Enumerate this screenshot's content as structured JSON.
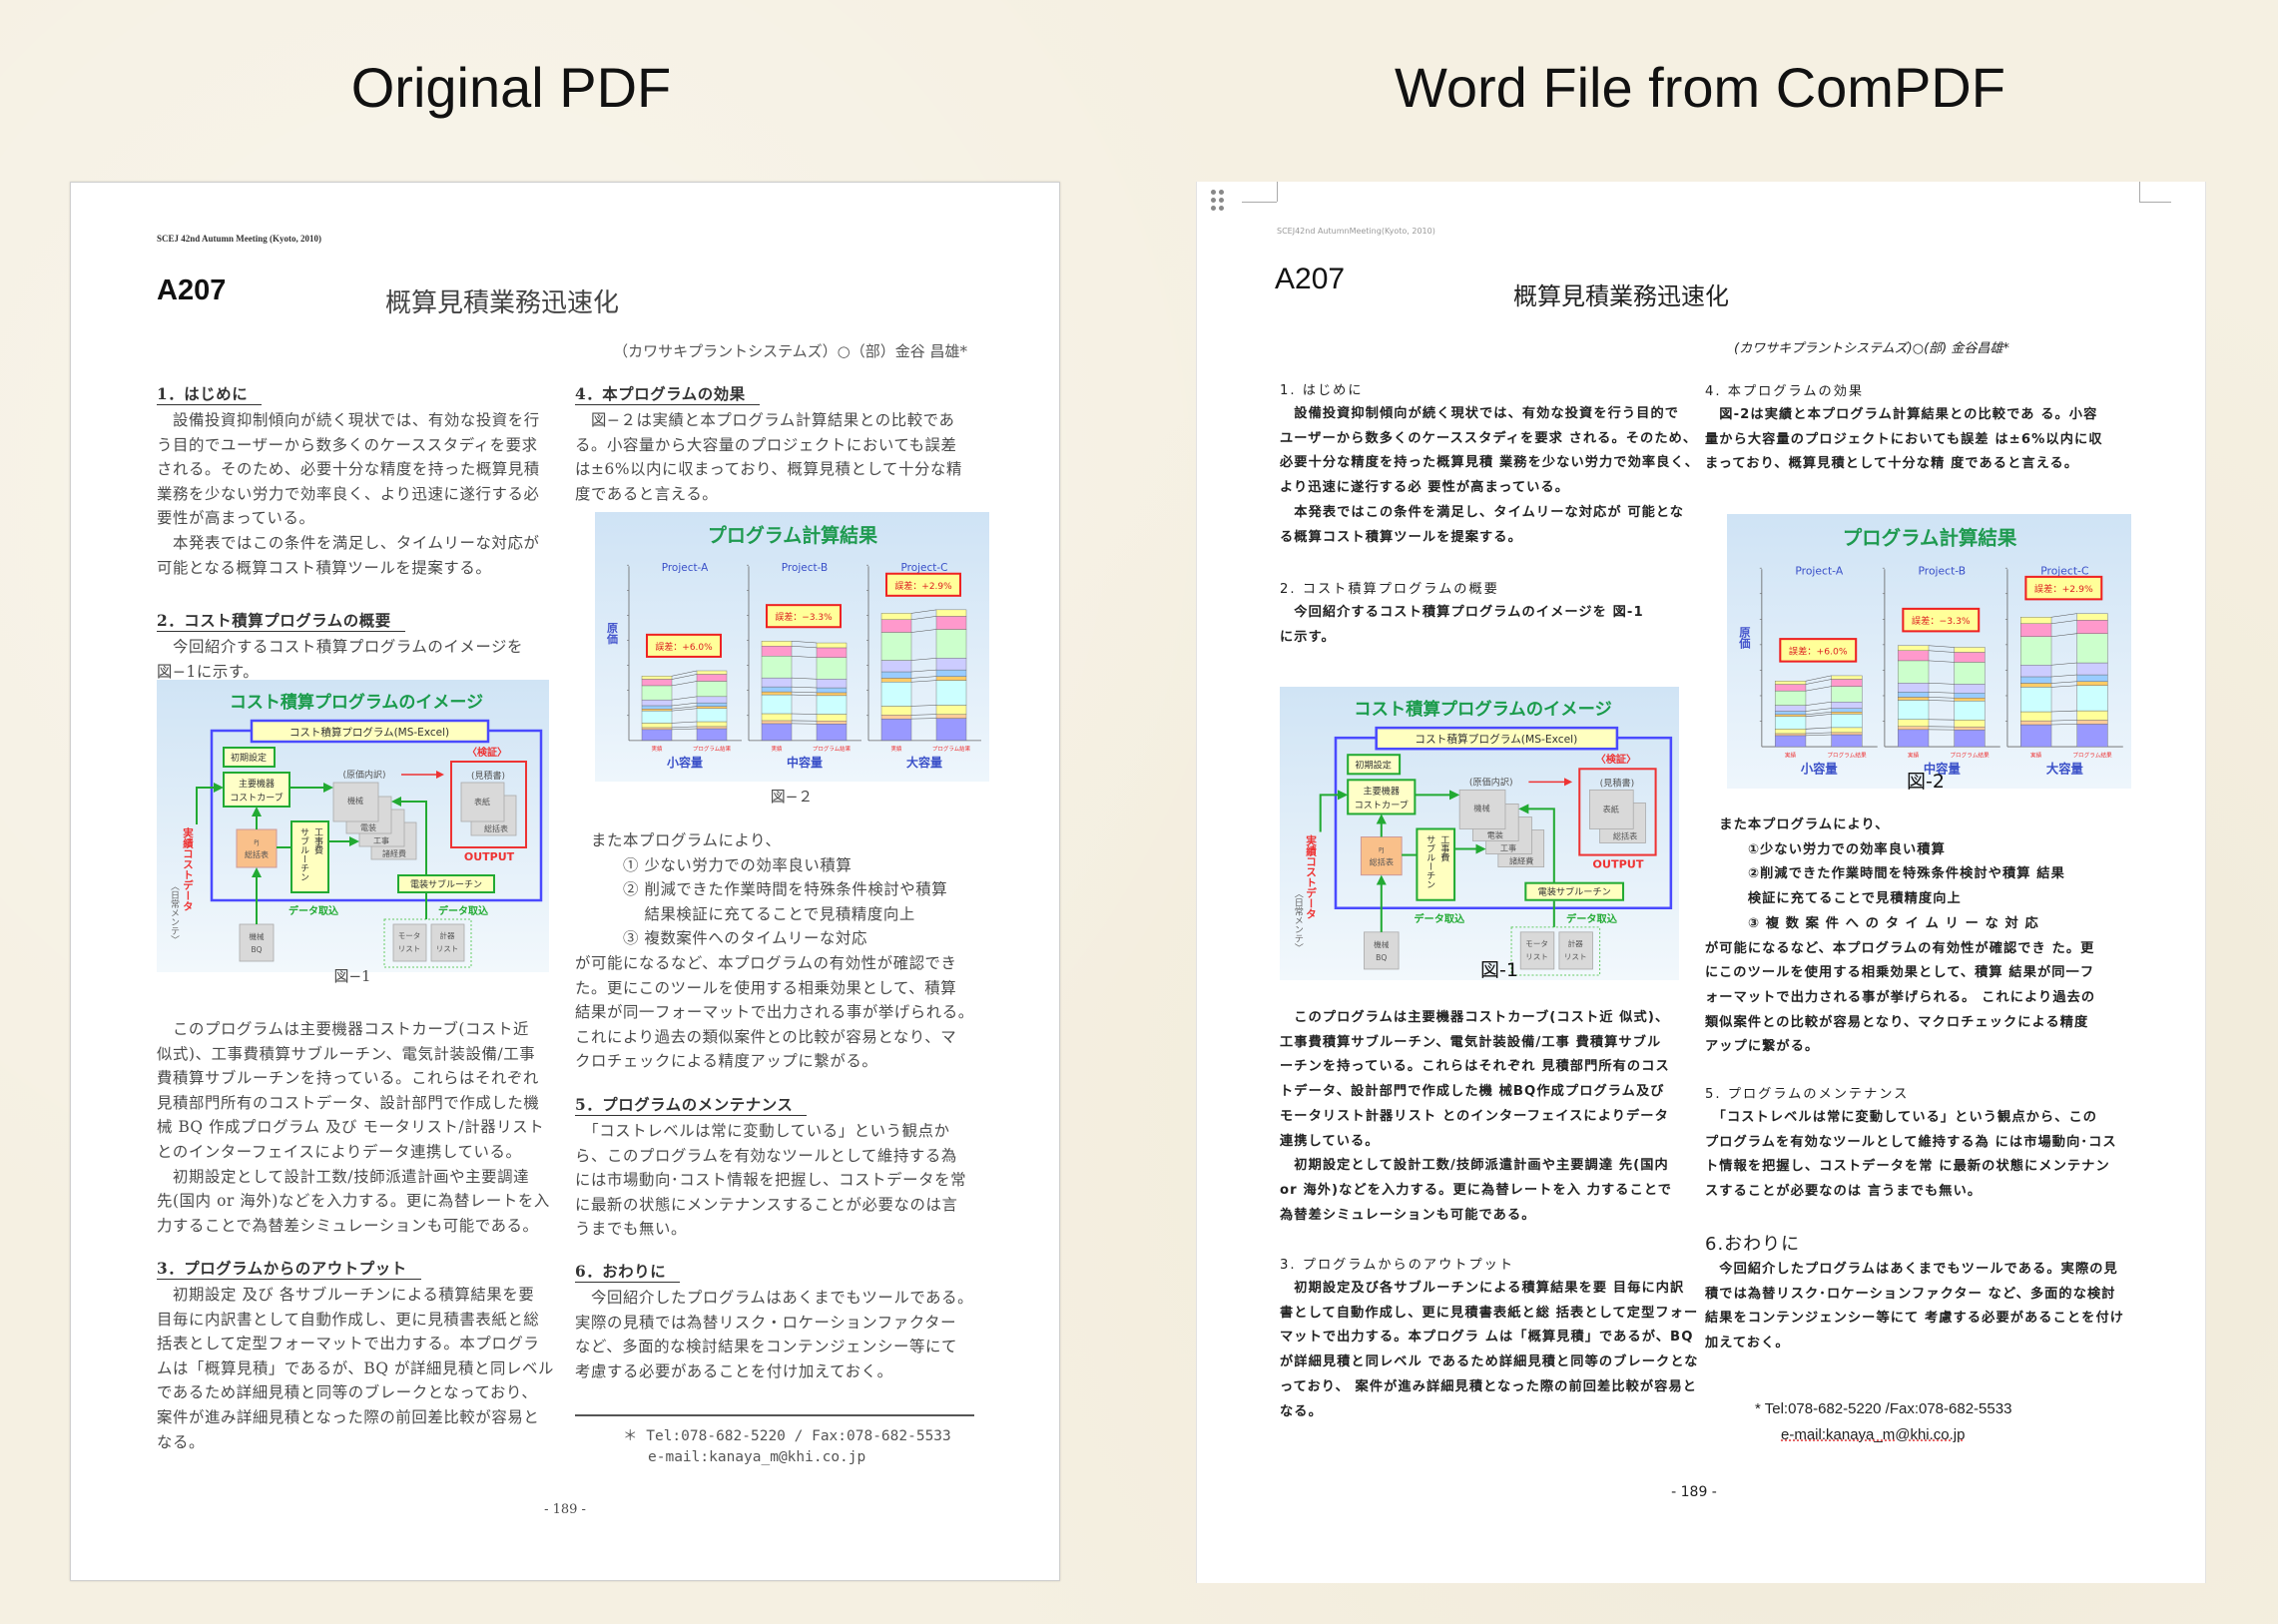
{
  "labels": {
    "left_title": "Original PDF",
    "right_title": "Word File from ComPDF"
  },
  "figures": {
    "fig1": {
      "title": "コスト積算プログラムのイメージ",
      "program_box": "コスト積算プログラム(MS-Excel)",
      "initial_settings": "初期設定",
      "cost_curve": [
        "主要機器",
        "コストカーブ"
      ],
      "breakdown": "(原価内訳)",
      "docs": [
        "機械",
        "電装",
        "工事",
        "諸経費"
      ],
      "verify": "〈検証〉",
      "estimate": "(見積書)",
      "output_docs": [
        "表紙",
        "総括表"
      ],
      "output": "OUTPUT",
      "pj_summary": [
        "PJ",
        "総括表"
      ],
      "construction_sub": [
        "工事費",
        "サブルーチン"
      ],
      "electrical_sub": "電装サブルーチン",
      "data_import": "データ取込",
      "bq": [
        "機械",
        "BQ"
      ],
      "motor_list": [
        "モータ",
        "リスト"
      ],
      "instrument_list": [
        "計器",
        "リスト"
      ],
      "actual_cost_data": "実績コストデータ",
      "daily_maint": "〈日常メンテ〉",
      "colors": {
        "green": "#22aa33",
        "blue": "#4a4aff",
        "red": "#ee3333",
        "title": "#1a9b4b"
      }
    },
    "fig2": {
      "type": "bar",
      "title": "プログラム計算結果",
      "y_label": "原価",
      "bar_labels": [
        "実績",
        "プログラム結果"
      ],
      "projects": [
        {
          "name": "Project-A",
          "group": "小容量",
          "error": "誤差：+6.0%",
          "bars": [
            0.37,
            0.4
          ]
        },
        {
          "name": "Project-B",
          "group": "中容量",
          "error": "誤差：−3.3%",
          "bars": [
            0.57,
            0.56
          ]
        },
        {
          "name": "Project-C",
          "group": "大容量",
          "error": "誤差：+2.9%",
          "bars": [
            0.73,
            0.75
          ]
        }
      ],
      "segment_shares": [
        0.17,
        0.03,
        0.07,
        0.19,
        0.03,
        0.05,
        0.09,
        0.22,
        0.1,
        0.05
      ],
      "segment_colors": [
        "#9999ff",
        "#ffcc99",
        "#ffff99",
        "#ccffff",
        "#ffcc66",
        "#99ccff",
        "#ccccff",
        "#ccffcc",
        "#ff99cc",
        "#ffff99"
      ]
    }
  },
  "original": {
    "header": "SCEJ 42nd Autumn Meeting (Kyoto, 2010)",
    "code": "A207",
    "title": "概算見積業務迅速化",
    "author": "（カワサキプラントシステムズ）○（部）金谷 昌雄*",
    "s1": {
      "heading": "1．はじめに",
      "lines": [
        "　設備投資抑制傾向が続く現状では、有効な投資を行",
        "う目的でユーザーから数多くのケーススタディを要求",
        "される。そのため、必要十分な精度を持った概算見積",
        "業務を少ない労力で効率良く、より迅速に遂行する必",
        "要性が高まっている。",
        "　本発表ではこの条件を満足し、タイムリーな対応が",
        "可能となる概算コスト積算ツールを提案する。"
      ]
    },
    "s2": {
      "heading": "2．コスト積算プログラムの概要",
      "lines": [
        "　今回紹介するコスト積算プログラムのイメージを",
        "図−1に示す。"
      ]
    },
    "fig1_caption": "図−1",
    "p2": {
      "lines": [
        "　このプログラムは主要機器コストカーブ(コスト近",
        "似式)、工事費積算サブルーチン、電気計装設備/工事",
        "費積算サブルーチンを持っている。これらはそれぞれ",
        "見積部門所有のコストデータ、設計部門で作成した機",
        "械 BQ 作成プログラム 及び モータリスト/計器リスト",
        "とのインターフェイスによりデータ連携している。",
        "　初期設定として設計工数/技師派遣計画や主要調達",
        "先(国内 or 海外)などを入力する。更に為替レートを入",
        "力することで為替差シミュレーションも可能である。"
      ]
    },
    "s3": {
      "heading": "3．プログラムからのアウトプット",
      "lines": [
        "　初期設定 及び 各サブルーチンによる積算結果を要",
        "目毎に内訳書として自動作成し、更に見積書表紙と総",
        "括表として定型フォーマットで出力する。本プログラ",
        "ムは「概算見積」であるが、BQ が詳細見積と同レベル",
        "であるため詳細見積と同等のブレークとなっており、",
        "案件が進み詳細見積となった際の前回差比較が容易と",
        "なる。"
      ]
    },
    "s4": {
      "heading": "4．本プログラムの効果",
      "lines": [
        "　図−２は実績と本プログラム計算結果との比較であ",
        "る。小容量から大容量のプロジェクトにおいても誤差",
        "は±6%以内に収まっており、概算見積として十分な精",
        "度であると言える。"
      ]
    },
    "fig2_caption": "図−２",
    "p4": {
      "lines": [
        "　また本プログラムにより、",
        "　　　① 少ない労力での効率良い積算",
        "　　　② 削減できた作業時間を特殊条件検討や積算",
        "　　　　 結果検証に充てることで見積精度向上",
        "　　　③ 複数案件へのタイムリーな対応",
        "が可能になるなど、本プログラムの有効性が確認でき",
        "た。更にこのツールを使用する相乗効果として、積算",
        "結果が同一フォーマットで出力される事が挙げられる。",
        "これにより過去の類似案件との比較が容易となり、マ",
        "クロチェックによる精度アップに繋がる。"
      ]
    },
    "s5": {
      "heading": "5．プログラムのメンテナンス",
      "lines": [
        "　「コストレベルは常に変動している」という観点か",
        "ら、このプログラムを有効なツールとして維持する為",
        "には市場動向･コスト情報を把握し、コストデータを常",
        "に最新の状態にメンテナンスすることが必要なのは言",
        "うまでも無い。"
      ]
    },
    "s6": {
      "heading": "6．おわりに",
      "lines": [
        "　今回紹介したプログラムはあくまでもツールである。",
        "実際の見積では為替リスク・ロケーションファクター",
        "など、多面的な検討結果をコンテンジェンシー等にて",
        "考慮する必要があることを付け加えておく。"
      ]
    },
    "contact": {
      "tel": "＊ Tel:078-682-5220 / Fax:078-682-5533",
      "email": "e-mail:kanaya_m@khi.co.jp"
    },
    "page_number": "- 189 -"
  },
  "converted": {
    "header": "SCEJ42nd AutumnMeeting(Kyoto, 2010)",
    "code": "A207",
    "title": "概算見積業務迅速化",
    "author": "(カワサキプラントシステムズ)○(部) 金谷昌雄*",
    "s1": {
      "heading": "1. はじめに",
      "lines": [
        "　設備投資抑制傾向が続く現状では、有効な投資を行う目的で",
        "ユーザーから数多くのケーススタディを要求 される。そのため、",
        "必要十分な精度を持った概算見積 業務を少ない労力で効率良く、",
        "より迅速に遂行する必 要性が高まっている。",
        "　本発表ではこの条件を満足し、タイムリーな対応が 可能とな",
        "る概算コスト積算ツールを提案する。"
      ]
    },
    "s2": {
      "heading": "2. コスト積算プログラムの概要",
      "lines": [
        "　今回紹介するコスト積算プログラムのイメージを 図-1",
        "に示す。"
      ]
    },
    "fig1_caption": "図-1",
    "p2": {
      "lines": [
        "　このプログラムは主要機器コストカーブ(コスト近 似式)、",
        "工事費積算サブルーチン、電気計装設備/工事 費積算サブル",
        "ーチンを持っている。これらはそれぞれ 見積部門所有のコス",
        "トデータ、設計部門で作成した機 械BQ作成プログラム及び",
        "モータリスト計器リスト とのインターフェイスによりデータ",
        "連携している。",
        "　初期設定として設計工数/技師派遣計画や主要調達 先(国内",
        "or 海外)などを入力する。更に為替レートを入 力することで",
        "為替差シミュレーションも可能である。"
      ]
    },
    "s3": {
      "heading": "3. プログラムからのアウトプット",
      "lines": [
        "　初期設定及び各サブルーチンによる積算結果を要 目毎に内訳",
        "書として自動作成し、更に見積書表紙と総 括表として定型フォー",
        "マットで出力する。本プログラ ムは「概算見積」であるが、BQ",
        "が詳細見積と同レベル であるため詳細見積と同等のブレークとな",
        "っており、 案件が進み詳細見積となった際の前回差比較が容易と",
        "なる。"
      ]
    },
    "s4": {
      "heading": "4. 本プログラムの効果",
      "lines": [
        "　図-2は実績と本プログラム計算結果との比較であ る。小容",
        "量から大容量のプロジェクトにおいても誤差 は±6%以内に収",
        "まっており、概算見積として十分な精 度であると言える。"
      ]
    },
    "fig2_caption": "図-2",
    "p4": {
      "lines": [
        "　また本プログラムにより、",
        "　　　①少ない労力での効率良い積算",
        "　　　②削減できた作業時間を特殊条件検討や積算 結果",
        "　　　検証に充てることで見積精度向上",
        "　　　③ 複 数 案 件 へ の タ イ ム リ ー な 対 応",
        "が可能になるなど、本プログラムの有効性が確認でき た。更",
        "にこのツールを使用する相乗効果として、積算 結果が同一フ",
        "ォーマットで出力される事が挙げられる。 これにより過去の",
        "類似案件との比較が容易となり、マクロチェックによる精度",
        "アップに繋がる。"
      ]
    },
    "s5": {
      "heading": "5. プログラムのメンテナンス",
      "lines": [
        "　「コストレベルは常に変動している」という観点から、この",
        "プログラムを有効なツールとして維持する為 には市場動向･コス",
        "ト情報を把握し、コストデータを常 に最新の状態にメンテナン",
        "スすることが必要なのは 言うまでも無い。"
      ]
    },
    "s6": {
      "heading": "6.おわりに",
      "lines": [
        "　今回紹介したプログラムはあくまでもツールである。実際の見",
        "積では為替リスク･ロケーションファクター など、多面的な検討",
        "結果をコンテンジェンシー等にて 考慮する必要があることを付け",
        "加えておく。"
      ]
    },
    "contact": {
      "tel": "* Tel:078-682-5220 /Fax:078-682-5533",
      "email": "e-mail:kanaya_m@khi.co.jp"
    },
    "page_number": "- 189 -"
  }
}
